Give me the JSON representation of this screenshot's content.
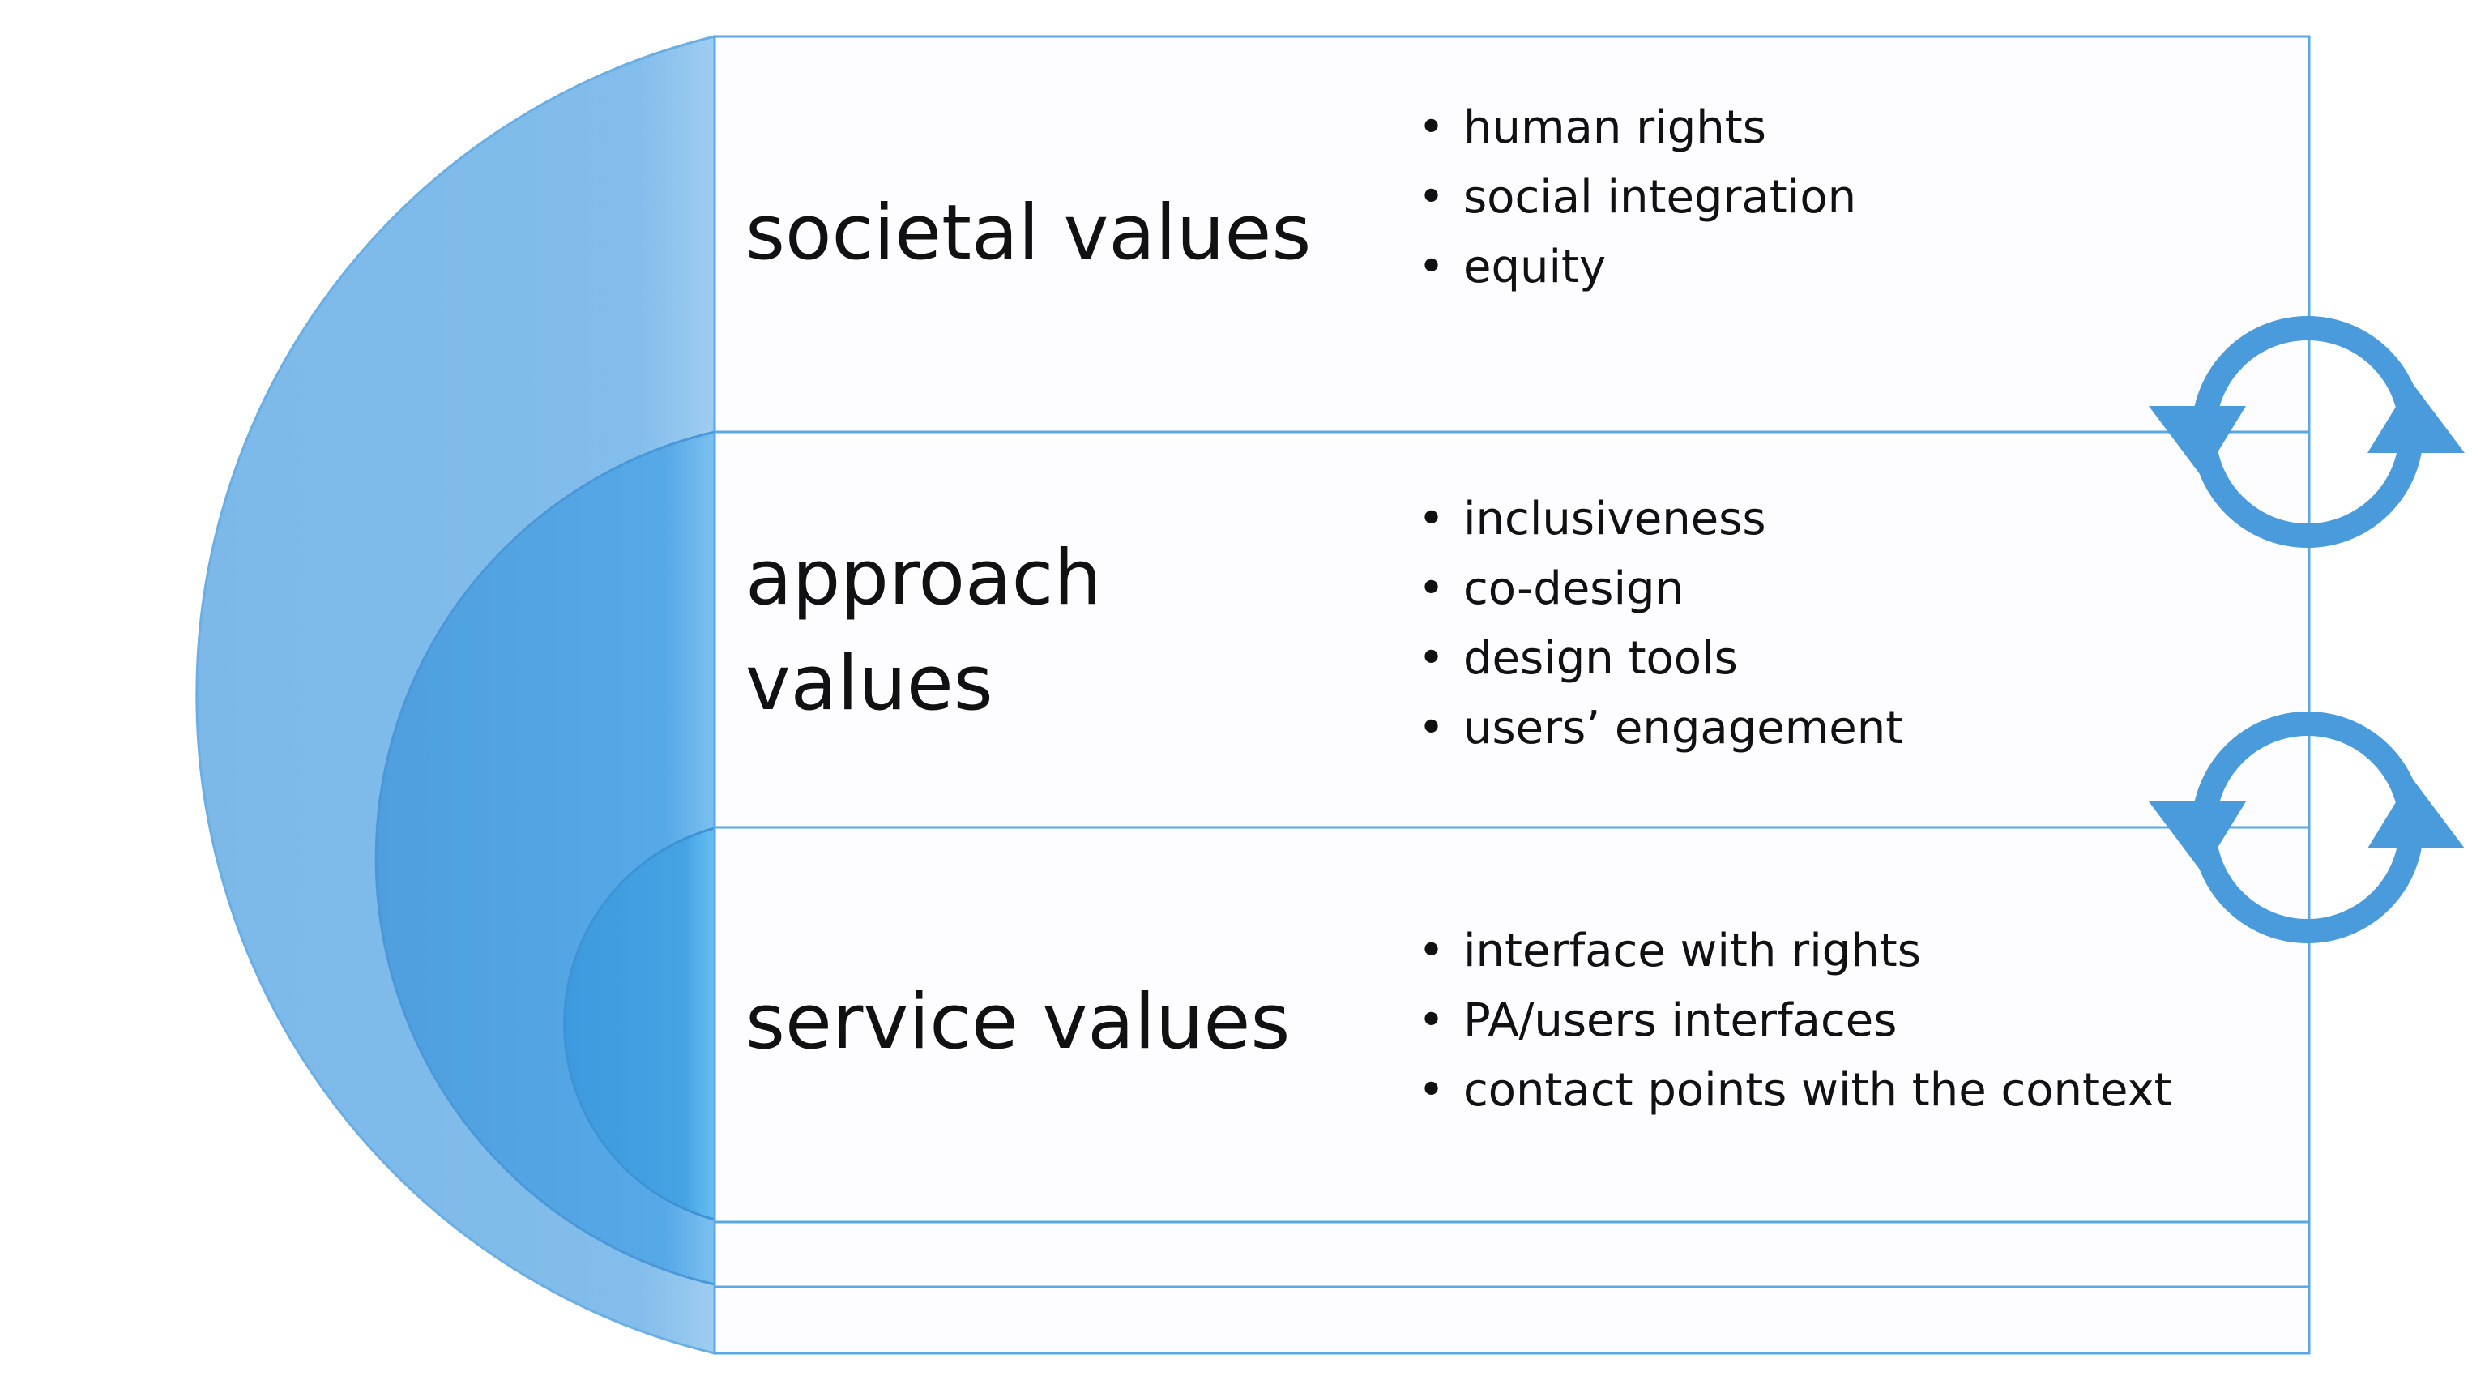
{
  "colors": {
    "outer_arc": "#80BCEA",
    "middle_arc": "#55A6E4",
    "inner_arc": "#41A0E1",
    "panel_border": "#5AA8E6",
    "panel_fill": "#FDFDFF",
    "cycle_icon": "#4A9BDC",
    "text": "#111111"
  },
  "layers": [
    {
      "title_lines": [
        "societal values"
      ],
      "items": [
        "human rights",
        "social integration",
        "equity"
      ]
    },
    {
      "title_lines": [
        "approach",
        "values"
      ],
      "items": [
        "inclusiveness",
        "co-design",
        "design tools",
        "users’ engagement"
      ]
    },
    {
      "title_lines": [
        "service values"
      ],
      "items": [
        "interface with rights",
        "PA/users interfaces",
        "contact points with the context"
      ]
    }
  ],
  "connectors": [
    {
      "icon": "cycle-arrows-icon",
      "between": [
        "societal values",
        "approach values"
      ]
    },
    {
      "icon": "cycle-arrows-icon",
      "between": [
        "approach values",
        "service values"
      ]
    }
  ]
}
